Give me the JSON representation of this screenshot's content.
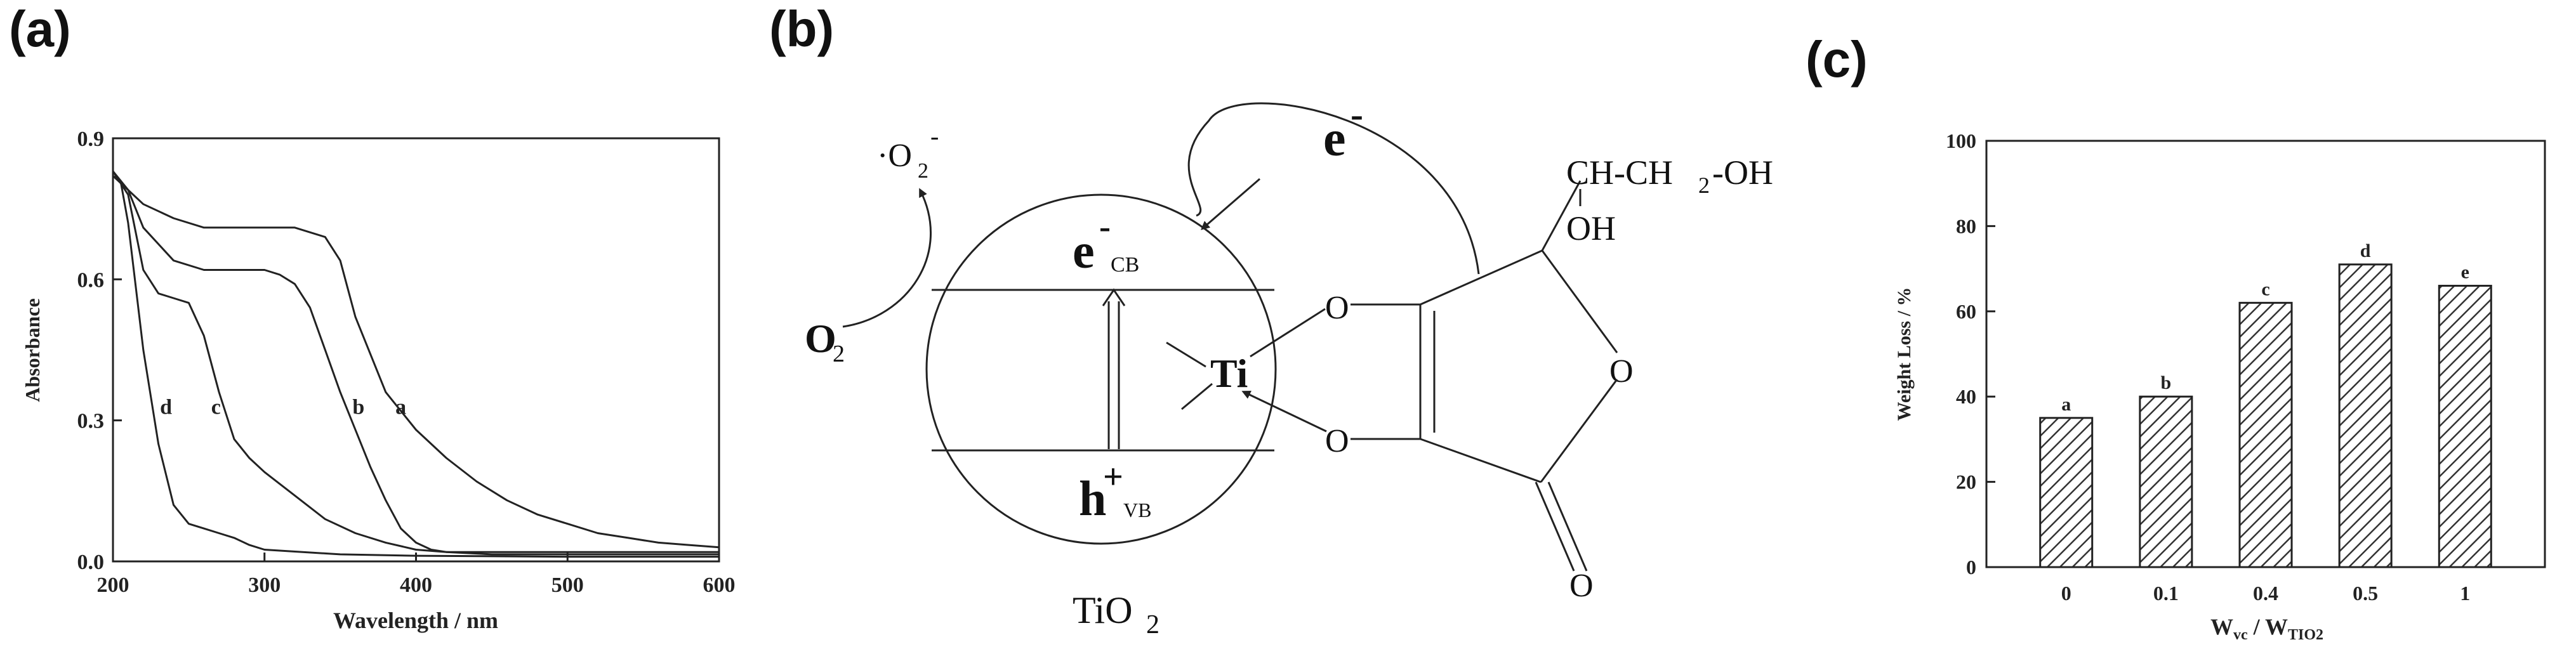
{
  "panels": {
    "a": "(a)",
    "b": "(b)",
    "c": "(c)"
  },
  "chart_data": [
    {
      "type": "line",
      "xlabel": "Wavelength / nm",
      "ylabel": "Absorbance",
      "xlim": [
        200,
        600
      ],
      "ylim": [
        0,
        0.9
      ],
      "xticks": [
        "200",
        "300",
        "400",
        "500",
        "600"
      ],
      "yticks": [
        "0.0",
        "0.3",
        "0.6",
        "0.9"
      ],
      "grid": false,
      "series": [
        {
          "name": "a",
          "x": [
            200,
            210,
            220,
            240,
            260,
            280,
            300,
            320,
            340,
            350,
            360,
            380,
            400,
            420,
            440,
            460,
            480,
            500,
            520,
            540,
            560,
            580,
            600
          ],
          "y": [
            0.82,
            0.79,
            0.76,
            0.73,
            0.71,
            0.71,
            0.71,
            0.71,
            0.69,
            0.64,
            0.52,
            0.36,
            0.28,
            0.22,
            0.17,
            0.13,
            0.1,
            0.08,
            0.06,
            0.05,
            0.04,
            0.035,
            0.03
          ]
        },
        {
          "name": "b",
          "x": [
            200,
            210,
            220,
            240,
            260,
            280,
            300,
            310,
            320,
            330,
            340,
            350,
            360,
            370,
            380,
            390,
            400,
            410,
            420,
            450,
            500,
            550,
            600
          ],
          "y": [
            0.83,
            0.79,
            0.71,
            0.64,
            0.62,
            0.62,
            0.62,
            0.61,
            0.59,
            0.54,
            0.45,
            0.36,
            0.28,
            0.2,
            0.13,
            0.07,
            0.04,
            0.025,
            0.02,
            0.02,
            0.02,
            0.02,
            0.02
          ]
        },
        {
          "name": "c",
          "x": [
            200,
            210,
            220,
            230,
            240,
            250,
            260,
            270,
            280,
            290,
            300,
            320,
            340,
            360,
            380,
            400,
            420,
            450,
            500,
            600
          ],
          "y": [
            0.83,
            0.78,
            0.62,
            0.57,
            0.56,
            0.55,
            0.48,
            0.36,
            0.26,
            0.22,
            0.19,
            0.14,
            0.09,
            0.06,
            0.04,
            0.025,
            0.02,
            0.015,
            0.015,
            0.015
          ]
        },
        {
          "name": "d",
          "x": [
            200,
            205,
            210,
            220,
            230,
            240,
            250,
            260,
            270,
            280,
            290,
            300,
            350,
            400,
            500,
            600
          ],
          "y": [
            0.82,
            0.81,
            0.72,
            0.45,
            0.25,
            0.12,
            0.08,
            0.07,
            0.06,
            0.05,
            0.035,
            0.025,
            0.015,
            0.012,
            0.01,
            0.01
          ]
        }
      ],
      "curve_labels": [
        {
          "text": "a",
          "x": 390,
          "y": 0.33
        },
        {
          "text": "b",
          "x": 362,
          "y": 0.33
        },
        {
          "text": "c",
          "x": 268,
          "y": 0.33
        },
        {
          "text": "d",
          "x": 235,
          "y": 0.33
        }
      ]
    },
    {
      "type": "bar",
      "xlabel_main": "W",
      "xlabel_sub1": "vc",
      "xlabel_mid": " / W",
      "xlabel_sub2": "TIO2",
      "ylabel": "Weight Loss / %",
      "ylim": [
        0,
        100
      ],
      "yticks": [
        "0",
        "20",
        "40",
        "60",
        "80",
        "100"
      ],
      "grid": false,
      "categories": [
        "0",
        "0.1",
        "0.4",
        "0.5",
        "1"
      ],
      "values": [
        35,
        40,
        62,
        71,
        66
      ],
      "bar_labels": [
        "a",
        "b",
        "c",
        "d",
        "e"
      ]
    }
  ],
  "diagram": {
    "electron": "e",
    "electron_sup": "-",
    "superoxide_pre": "·O",
    "superoxide_sub": "2",
    "superoxide_sup": "-",
    "oxygen_main": "O",
    "oxygen_sub": "2",
    "ecb_main": "e",
    "ecb_sup": "-",
    "ecb_sub": "CB",
    "hvb_main": "h",
    "hvb_sup": "+",
    "hvb_sub": "VB",
    "ti": "Ti",
    "tio2_main": "TiO",
    "tio2_sub": "2",
    "chain_pre": "CH-CH",
    "chain_sub": "2",
    "chain_post": "-OH",
    "oh": "OH",
    "o1": "O",
    "o2": "O",
    "o3": "O",
    "o4": "O"
  }
}
